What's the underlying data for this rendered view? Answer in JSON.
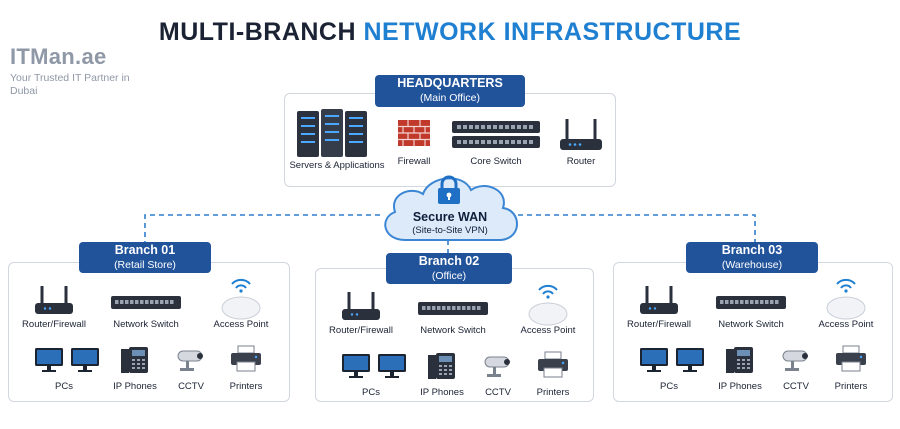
{
  "title": {
    "part1": "MULTI-BRANCH ",
    "part2": "NETWORK INFRASTRUCTURE"
  },
  "brand": {
    "logo": "ITMan.ae",
    "tagline": "Your Trusted IT Partner in Dubai"
  },
  "colors": {
    "accent": "#1f7fd1",
    "pill": "#21539b",
    "line": "#2f7fd0"
  },
  "hq": {
    "title": "HEADQUARTERS",
    "subtitle": "(Main Office)",
    "items": [
      "Servers & Applications",
      "Firewall",
      "Core Switch",
      "Router"
    ]
  },
  "wan": {
    "title": "Secure WAN",
    "subtitle": "(Site-to-Site VPN)"
  },
  "branches": [
    {
      "title": "Branch 01",
      "subtitle": "(Retail Store)"
    },
    {
      "title": "Branch 02",
      "subtitle": "(Office)"
    },
    {
      "title": "Branch 03",
      "subtitle": "(Warehouse)"
    }
  ],
  "branch_labels": {
    "router": "Router/Firewall",
    "switch": "Network Switch",
    "ap": "Access Point",
    "pcs": "PCs",
    "phones": "IP Phones",
    "cctv": "CCTV",
    "printers": "Printers"
  }
}
